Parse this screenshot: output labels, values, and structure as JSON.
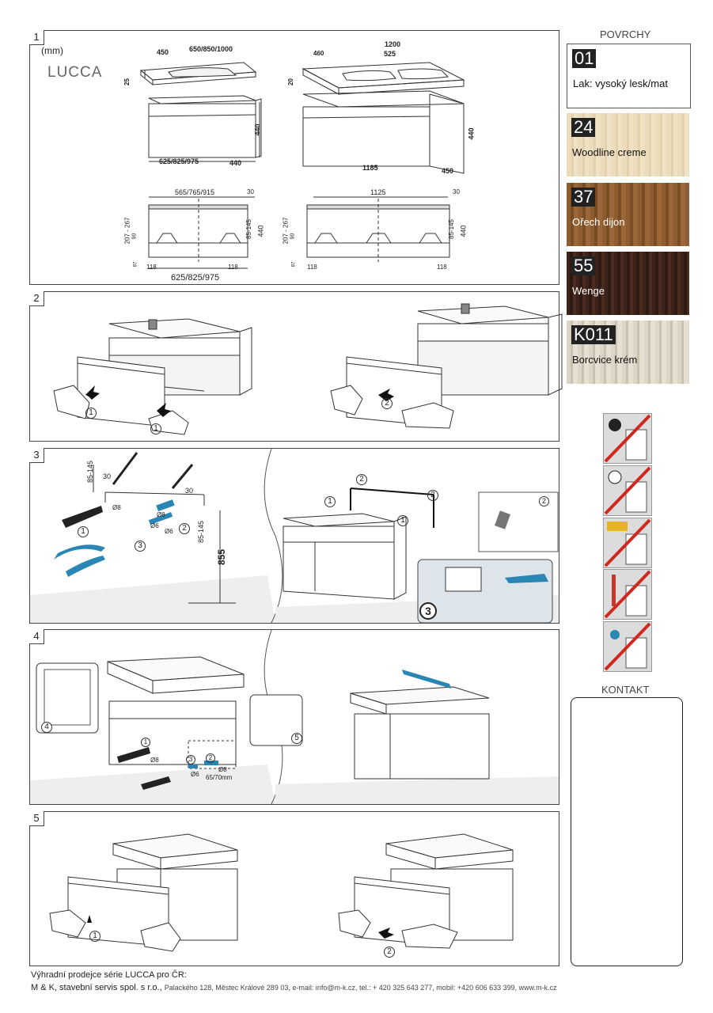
{
  "steps": [
    "1",
    "2",
    "3",
    "4",
    "5"
  ],
  "panel1": {
    "unit": "(mm)",
    "series": "LUCCA",
    "left_top": {
      "w450": "450",
      "w650": "650/850/1000",
      "h25": "25",
      "h440": "440",
      "w625": "625/825/975",
      "d440": "440"
    },
    "right_top": {
      "w1200": "1200",
      "w460": "460",
      "w525": "525",
      "h20": "20",
      "h440": "440",
      "w1185": "1185",
      "d450": "450"
    },
    "left_bottom": {
      "w565": "565/765/915",
      "w30": "30",
      "h207": "207 - 267",
      "h90": "90",
      "h85": "85-145",
      "h440": "440",
      "h87": "87",
      "w118a": "118",
      "w118b": "118",
      "w625": "625/825/975"
    },
    "right_bottom": {
      "w1125": "1125",
      "w30": "30",
      "h207": "207 - 267",
      "h90": "90",
      "h85": "85-145",
      "h440": "440",
      "h87": "87",
      "w118a": "118",
      "w118b": "118"
    }
  },
  "panel2": {
    "c1a": "1",
    "c1b": "1",
    "c2": "2"
  },
  "panel3": {
    "d8a": "Ø8",
    "d8b": "Ø8",
    "d6a": "Ø6",
    "d6b": "Ø6",
    "w30a": "30",
    "w30b": "30",
    "v85a": "85-145",
    "v85b": "85-145",
    "h855": "855",
    "c1": "1",
    "c2": "2",
    "c3": "3",
    "c1b": "1",
    "c2b": "2",
    "c2c": "2",
    "c1c": "1",
    "c2d": "2",
    "c3b": "3"
  },
  "panel4": {
    "d8a": "Ø8",
    "d8b": "Ø8",
    "d6": "Ø6",
    "len": "65/70mm",
    "c1": "1",
    "c2": "2",
    "c3": "3",
    "c4": "4",
    "c5": "5"
  },
  "panel5": {
    "c1": "1",
    "c2": "2"
  },
  "sidebar": {
    "povrchy_title": "POVRCHY",
    "finishes": [
      {
        "code": "01",
        "name": "Lak: vysoký lesk/mat",
        "color": "#ffffff"
      },
      {
        "code": "24",
        "name": "Woodline creme",
        "color": "#ead9b8"
      },
      {
        "code": "37",
        "name": "Ořech dijon",
        "color": "#8a5a2e"
      },
      {
        "code": "55",
        "name": "Wenge",
        "color": "#3a2018"
      },
      {
        "code": "K011",
        "name": "Borcvice krém",
        "color": "#d8d2c2"
      }
    ],
    "warning_icons": [
      "no-cleaning-spray-icon",
      "no-sunlight-icon",
      "no-solvent-icon",
      "no-heat-icon",
      "no-water-icon"
    ],
    "kontakt_title": "KONTAKT"
  },
  "footer": {
    "line1": "Výhradní prodejce série LUCCA pro ČR:",
    "line2_company": "M & K, stavební servis spol. s r.o.,",
    "line2_rest": "Palackého 128, Městec Králové 289 03, e-mail: info@m-k.cz, tel.: + 420 325 643 277, mobil: +420 606 633 399, www.m-k.cz"
  }
}
